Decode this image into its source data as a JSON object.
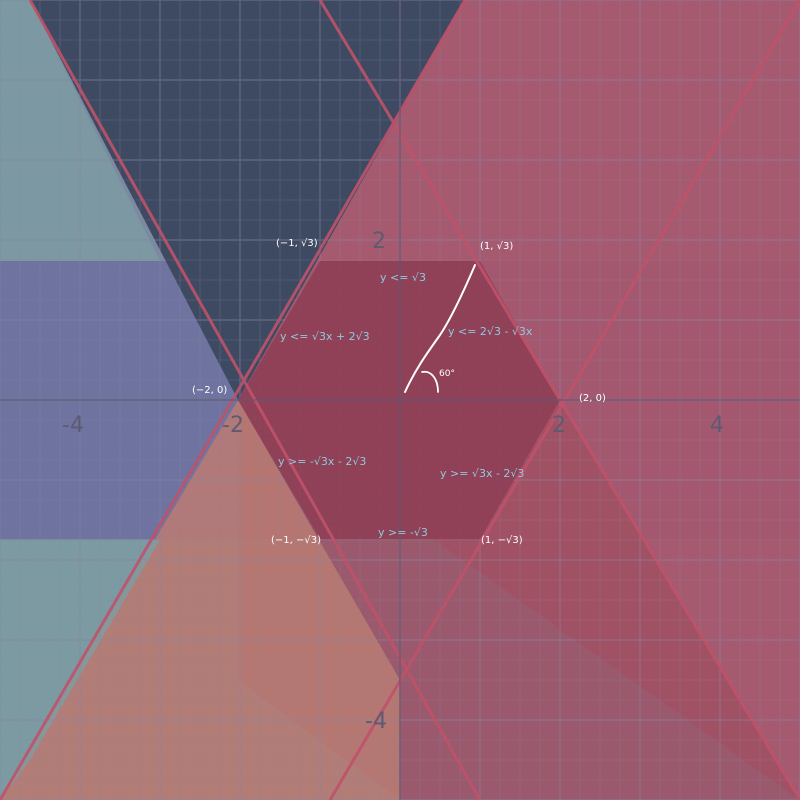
{
  "axis_ticks": [
    {
      "name": "tick-x-neg4",
      "text": "-4"
    },
    {
      "name": "tick-x-neg2",
      "text": "-2"
    },
    {
      "name": "tick-x-2",
      "text": "2"
    },
    {
      "name": "tick-x-4",
      "text": "4"
    },
    {
      "name": "tick-y-2",
      "text": "2"
    },
    {
      "name": "tick-y-neg4",
      "text": "-4"
    }
  ],
  "points": [
    {
      "name": "point-neg1-sqrt3",
      "text": "(−1, √3)"
    },
    {
      "name": "point-1-sqrt3",
      "text": "(1, √3)"
    },
    {
      "name": "point-neg2-0",
      "text": "(−2, 0)"
    },
    {
      "name": "point-2-0",
      "text": "(2, 0)"
    },
    {
      "name": "point-neg1-negsqrt3",
      "text": "(−1, −√3)"
    },
    {
      "name": "point-1-negsqrt3",
      "text": "(1, −√3)"
    }
  ],
  "inequalities": [
    {
      "name": "ineq-top",
      "text": "y <= √3"
    },
    {
      "name": "ineq-upper-left",
      "text": "y <= √3x + 2√3"
    },
    {
      "name": "ineq-upper-right",
      "text": "y <= 2√3 - √3x"
    },
    {
      "name": "ineq-lower-left",
      "text": "y >= -√3x - 2√3"
    },
    {
      "name": "ineq-lower-right",
      "text": "y >= √3x - 2√3"
    },
    {
      "name": "ineq-bottom",
      "text": "y >= -√3"
    }
  ],
  "angle": {
    "text": "60°"
  },
  "colors": {
    "background": "#7b8aa0",
    "band_horizontal": "#6e73a0",
    "wedge_top_left": "#3e4a62",
    "region_red": "#a8566a",
    "region_orange": "#b87a72",
    "hexagon": "#8e3f55",
    "boundary": "#c0526a",
    "grid": "#8a86a6",
    "annotation_white": "#ffffff",
    "equation_text": "#8fc9dc"
  }
}
